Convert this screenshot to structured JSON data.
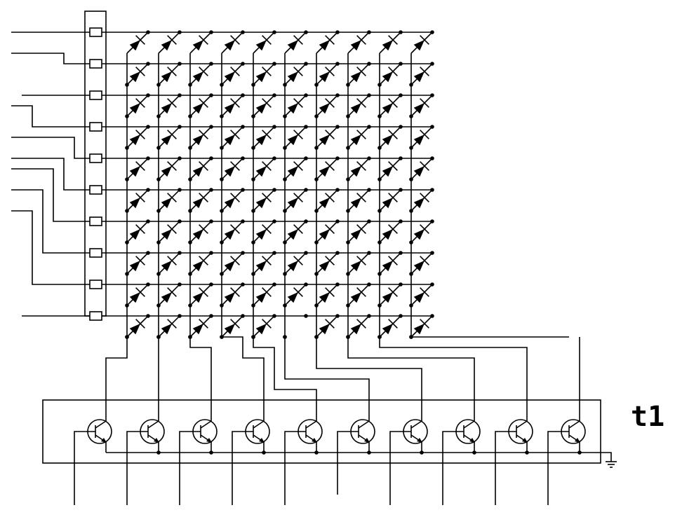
{
  "diagram": {
    "label": "t1",
    "matrix_rows": 10,
    "matrix_cols": 10,
    "transistor_count": 10,
    "missing_diodes": [
      {
        "row": 9,
        "col": 5
      }
    ],
    "line_color": "#000000",
    "background": "#ffffff"
  }
}
